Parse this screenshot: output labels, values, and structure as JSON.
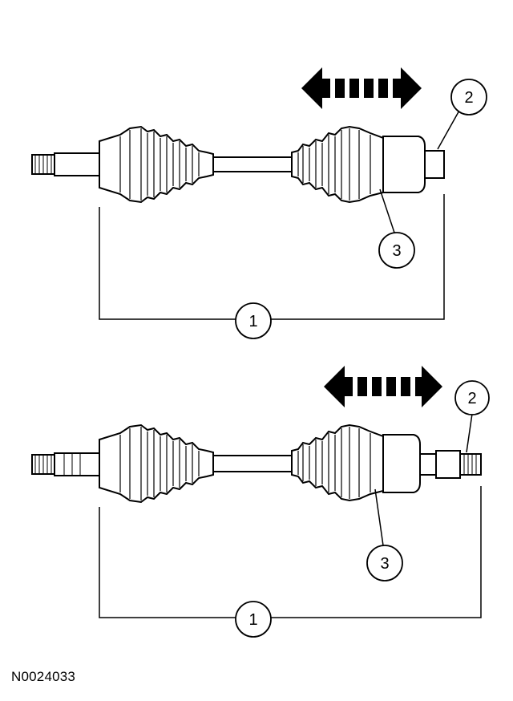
{
  "figure_id": "N0024033",
  "callouts": {
    "axle_assembly": "1",
    "inner_stub": "2",
    "inner_boot": "3"
  },
  "icons": {
    "direction": "double-dashed-arrow-icon"
  },
  "colors": {
    "line": "#000000",
    "background": "#ffffff"
  }
}
